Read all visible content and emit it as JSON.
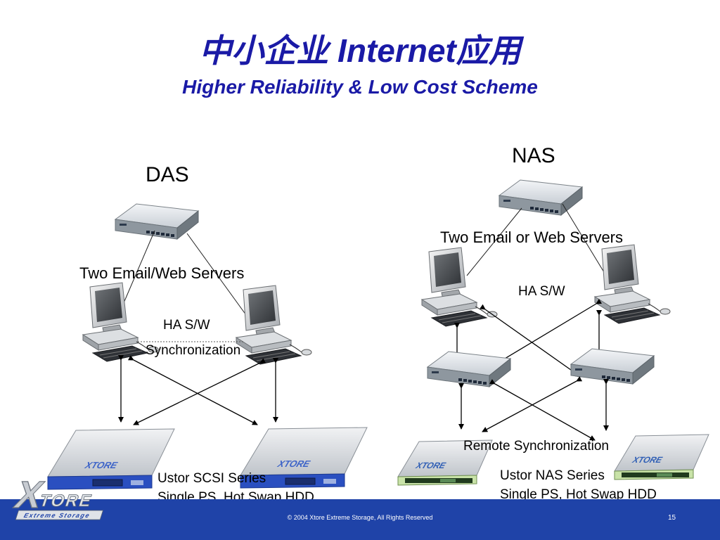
{
  "slide": {
    "title_cn": "中小企业",
    "title_en": "Internet",
    "title_cn2": "应用",
    "subtitle": "Higher Reliability & Low Cost Scheme",
    "page_number": "15",
    "copyright": "© 2004 Xtore Extreme Storage, All Rights Reserved"
  },
  "logo": {
    "name": "XTORE",
    "tagline": "Extreme Storage"
  },
  "das": {
    "heading": "DAS",
    "servers_label": "Two Email/Web Servers",
    "ha_label": "HA S/W",
    "sync_label": "Synchronization",
    "storage_line1": "Ustor SCSI Series",
    "storage_line2": "Single PS, Hot Swap HDD"
  },
  "nas": {
    "heading": "NAS",
    "servers_label": "Two Email or Web Servers",
    "ha_label": "HA S/W",
    "sync_label": "Remote Synchronization",
    "storage_line1": "Ustor NAS Series",
    "storage_line2": "Single PS, Hot Swap HDD"
  },
  "colors": {
    "title": "#1a1aa6",
    "footer": "#1f43a8",
    "das_storage_front": "#2a4fc0",
    "nas_storage_front": "#c9e3a8"
  }
}
